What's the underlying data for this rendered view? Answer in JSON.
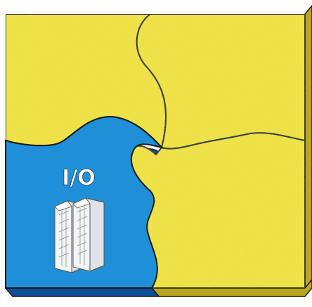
{
  "diagram": {
    "pieces": [
      {
        "id": "top-left",
        "color": "yellow"
      },
      {
        "id": "top-right",
        "color": "yellow"
      },
      {
        "id": "bottom-right",
        "color": "yellow"
      },
      {
        "id": "bottom-left",
        "color": "blue",
        "label": "I/O",
        "icon": "server-rack-icon"
      }
    ],
    "colors": {
      "yellow": "#f2e52f",
      "yellow_side": "#b9a61e",
      "blue": "#1f8fd8",
      "blue_side": "#0d4f9a",
      "outline": "#1a1a1a",
      "label": "#ffffff"
    }
  }
}
